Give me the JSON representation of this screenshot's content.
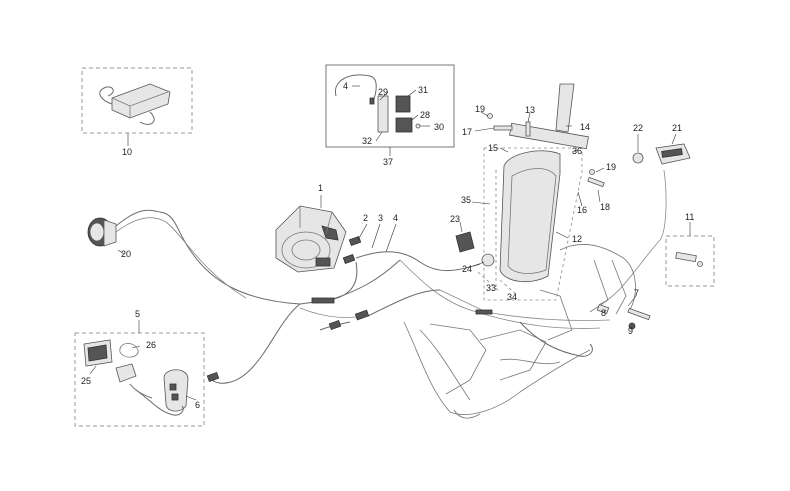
{
  "callouts": {
    "c1": "1",
    "c2": "2",
    "c3": "3",
    "c4": "4",
    "c4b": "4",
    "c5": "5",
    "c6": "6",
    "c7": "7",
    "c8": "8",
    "c9": "9",
    "c10": "10",
    "c11": "11",
    "c12": "12",
    "c13": "13",
    "c14": "14",
    "c15": "15",
    "c16": "16",
    "c17": "17",
    "c18": "18",
    "c19a": "19",
    "c19b": "19",
    "c20": "20",
    "c21": "21",
    "c22": "22",
    "c23": "23",
    "c24": "24",
    "c25": "25",
    "c26": "26",
    "c28": "28",
    "c29": "29",
    "c30": "30",
    "c31": "31",
    "c32": "32",
    "c33": "33",
    "c34": "34",
    "c35": "35",
    "c36": "36",
    "c37": "37"
  },
  "colors": {
    "line": "#6a6a6a",
    "box": "#9a9a9a",
    "part_dark": "#555555",
    "part_fill": "#e6e6e6"
  }
}
